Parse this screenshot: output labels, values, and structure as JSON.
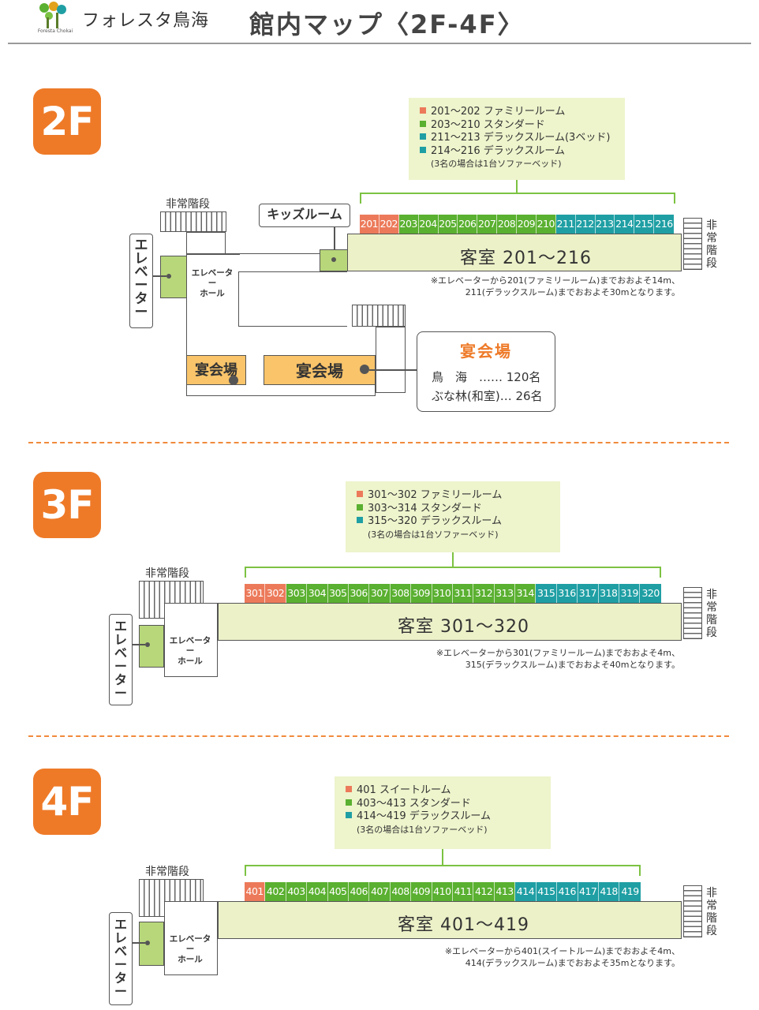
{
  "header": {
    "logo_sub": "Foresta Chokai",
    "brand": "フォレスタ鳥海",
    "title": "館内マップ〈2F-4F〉"
  },
  "colors": {
    "family": "#ec7a5a",
    "standard": "#5ab030",
    "deluxe": "#1f9fa4",
    "accent": "#ee7a28",
    "banquet": "#f9c46a",
    "elevator": "#b8d77a"
  },
  "common": {
    "emergency_stairs": "非常階段",
    "emergency_v": [
      "非",
      "常",
      "階",
      "段"
    ],
    "elevator_v": [
      "エ",
      "レ",
      "ベ",
      "ー",
      "タ",
      "ー"
    ],
    "elevator_hall": [
      "エレベーター",
      "ホール"
    ]
  },
  "floors": [
    {
      "badge": "2F",
      "legend": [
        {
          "type": "family",
          "text": "201～202 ファミリールーム"
        },
        {
          "type": "standard",
          "text": "203～210 スタンダード"
        },
        {
          "type": "deluxe",
          "text": "211～213 デラックスルーム(3ベッド)"
        },
        {
          "type": "deluxe",
          "text": "214～216 デラックスルーム"
        }
      ],
      "legend_note": "(3名の場合は1台ソファーベッド)",
      "rooms": [
        {
          "no": "201",
          "type": "fam"
        },
        {
          "no": "202",
          "type": "fam"
        },
        {
          "no": "203",
          "type": "std"
        },
        {
          "no": "204",
          "type": "std"
        },
        {
          "no": "205",
          "type": "std"
        },
        {
          "no": "206",
          "type": "std"
        },
        {
          "no": "207",
          "type": "std"
        },
        {
          "no": "208",
          "type": "std"
        },
        {
          "no": "209",
          "type": "std"
        },
        {
          "no": "210",
          "type": "std"
        },
        {
          "no": "211",
          "type": "dlx"
        },
        {
          "no": "212",
          "type": "dlx"
        },
        {
          "no": "213",
          "type": "dlx"
        },
        {
          "no": "214",
          "type": "dlx"
        },
        {
          "no": "215",
          "type": "dlx"
        },
        {
          "no": "216",
          "type": "dlx"
        }
      ],
      "block_label": "客室 201～216",
      "note": [
        "※エレベーターから201(ファミリールーム)までおおよそ14m、",
        "211(デラックスルーム)までおおよそ30mとなります。"
      ],
      "kids": "キッズルーム",
      "banquet_small": "宴会場",
      "banquet_large": "宴会場",
      "banquet_info": {
        "title": "宴会場",
        "rows": [
          "鳥　海　…… 120名",
          "ぶな林(和室)… 26名"
        ]
      }
    },
    {
      "badge": "3F",
      "legend": [
        {
          "type": "family",
          "text": "301～302 ファミリールーム"
        },
        {
          "type": "standard",
          "text": "303～314 スタンダード"
        },
        {
          "type": "deluxe",
          "text": "315～320 デラックスルーム"
        }
      ],
      "legend_note": "(3名の場合は1台ソファーベッド)",
      "rooms": [
        {
          "no": "301",
          "type": "fam"
        },
        {
          "no": "302",
          "type": "fam"
        },
        {
          "no": "303",
          "type": "std"
        },
        {
          "no": "304",
          "type": "std"
        },
        {
          "no": "305",
          "type": "std"
        },
        {
          "no": "306",
          "type": "std"
        },
        {
          "no": "307",
          "type": "std"
        },
        {
          "no": "308",
          "type": "std"
        },
        {
          "no": "309",
          "type": "std"
        },
        {
          "no": "310",
          "type": "std"
        },
        {
          "no": "311",
          "type": "std"
        },
        {
          "no": "312",
          "type": "std"
        },
        {
          "no": "313",
          "type": "std"
        },
        {
          "no": "314",
          "type": "std"
        },
        {
          "no": "315",
          "type": "dlx"
        },
        {
          "no": "316",
          "type": "dlx"
        },
        {
          "no": "317",
          "type": "dlx"
        },
        {
          "no": "318",
          "type": "dlx"
        },
        {
          "no": "319",
          "type": "dlx"
        },
        {
          "no": "320",
          "type": "dlx"
        }
      ],
      "block_label": "客室 301～320",
      "note": [
        "※エレベーターから301(ファミリールーム)までおおよそ4m、",
        "315(デラックスルーム)までおおよそ40mとなります。"
      ]
    },
    {
      "badge": "4F",
      "legend": [
        {
          "type": "family",
          "text": "401 スイートルーム"
        },
        {
          "type": "standard",
          "text": "403～413 スタンダード"
        },
        {
          "type": "deluxe",
          "text": "414～419 デラックスルーム"
        }
      ],
      "legend_note": "(3名の場合は1台ソファーベッド)",
      "rooms": [
        {
          "no": "401",
          "type": "fam"
        },
        {
          "no": "402",
          "type": "std"
        },
        {
          "no": "403",
          "type": "std"
        },
        {
          "no": "404",
          "type": "std"
        },
        {
          "no": "405",
          "type": "std"
        },
        {
          "no": "406",
          "type": "std"
        },
        {
          "no": "407",
          "type": "std"
        },
        {
          "no": "408",
          "type": "std"
        },
        {
          "no": "409",
          "type": "std"
        },
        {
          "no": "410",
          "type": "std"
        },
        {
          "no": "411",
          "type": "std"
        },
        {
          "no": "412",
          "type": "std"
        },
        {
          "no": "413",
          "type": "std"
        },
        {
          "no": "414",
          "type": "dlx"
        },
        {
          "no": "415",
          "type": "dlx"
        },
        {
          "no": "416",
          "type": "dlx"
        },
        {
          "no": "417",
          "type": "dlx"
        },
        {
          "no": "418",
          "type": "dlx"
        },
        {
          "no": "419",
          "type": "dlx"
        }
      ],
      "block_label": "客室 401～419",
      "note": [
        "※エレベーターから401(スイートルーム)までおおよそ4m、",
        "414(デラックスルーム)までおおよそ35mとなります。"
      ]
    }
  ]
}
